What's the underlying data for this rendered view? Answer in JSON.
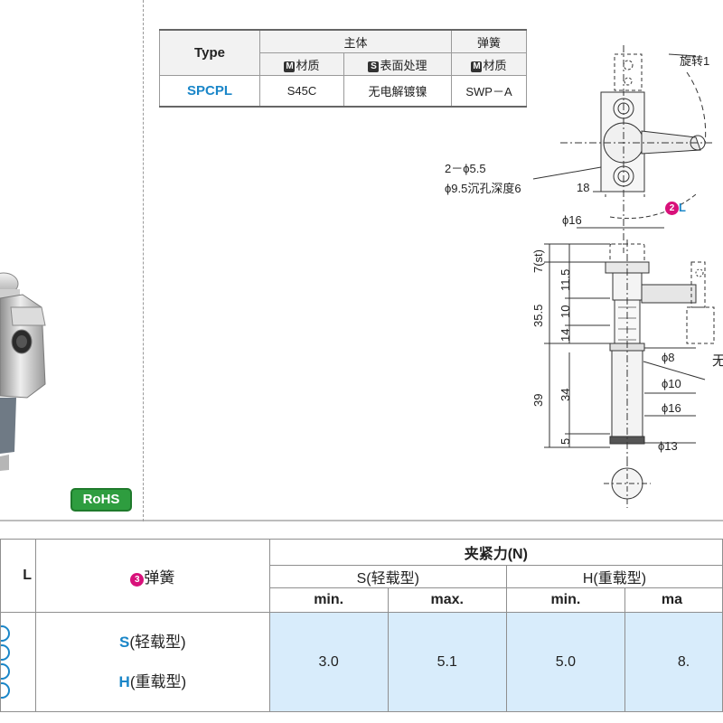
{
  "badge": {
    "rohs": "RoHS"
  },
  "material_table": {
    "type_header": "Type",
    "body_header": "主体",
    "spring_header": "弹簧",
    "material_label": "材质",
    "surface_label": "表面处理",
    "m_mark": "M",
    "s_mark": "S",
    "row": {
      "type": "SPCPL",
      "body_material": "S45C",
      "surface": "无电解镀镍",
      "spring_material": "SWP－A"
    }
  },
  "drawing": {
    "rotate_label": "旋转1",
    "hole_label_1": "2－ϕ5.5",
    "hole_label_2": "ϕ9.5沉孔深度6",
    "dim_18": "18",
    "badge_2": "2",
    "dim_L": "L",
    "dim_d16_top": "ϕ16",
    "dim_7st": "7(st)",
    "dim_11_5": "11.5",
    "dim_10": "10",
    "dim_14": "14",
    "dim_35_5": "35.5",
    "dim_34": "34",
    "dim_39": "39",
    "dim_5": "5",
    "dim_d8": "ϕ8",
    "dim_d10": "ϕ10",
    "dim_d16": "ϕ16",
    "dim_d13": "ϕ13",
    "side_label": "无"
  },
  "spec_table": {
    "col_l": "L",
    "spring_header": "弹簧",
    "spring_badge": "3",
    "clamp_header": "夹紧力(N)",
    "s_type": "S(轻载型)",
    "h_type": "H(重载型)",
    "min": "min.",
    "max": "max.",
    "max_cut": "ma",
    "row_s_letter": "S",
    "row_s_rest": "(轻载型)",
    "row_h_letter": "H",
    "row_h_rest": "(重载型)",
    "values": {
      "s_min": "3.0",
      "s_max": "5.1",
      "h_min": "5.0",
      "h_max": "8."
    }
  }
}
